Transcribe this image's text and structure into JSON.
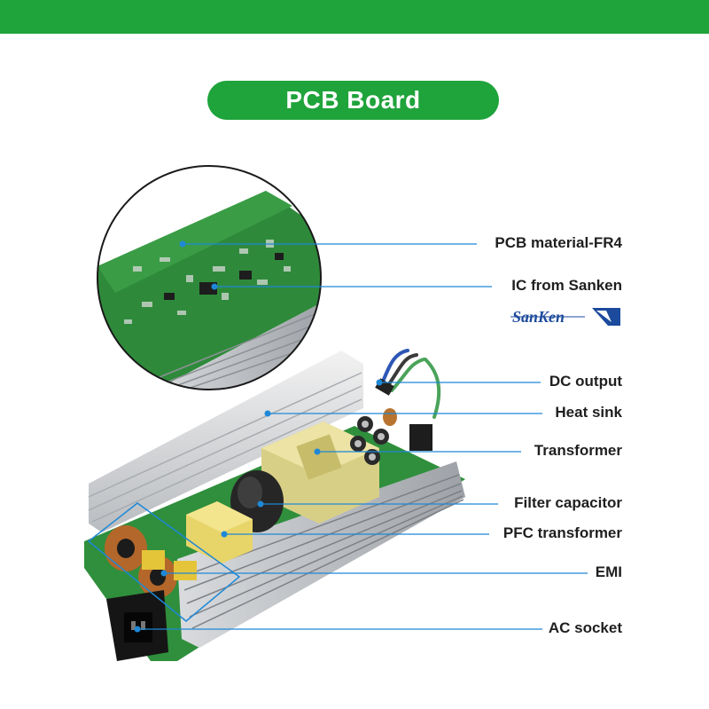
{
  "header": {
    "title": "PCB Board"
  },
  "colors": {
    "brand_green": "#1fa33b",
    "leader_line": "#1e88d6"
  },
  "labels": [
    "PCB material-FR4",
    "IC from Sanken",
    "DC output",
    "Heat sink",
    "Transformer",
    "Filter capacitor",
    "PFC transformer",
    "EMI",
    "AC socket"
  ],
  "logo": {
    "text": "SanKen"
  }
}
